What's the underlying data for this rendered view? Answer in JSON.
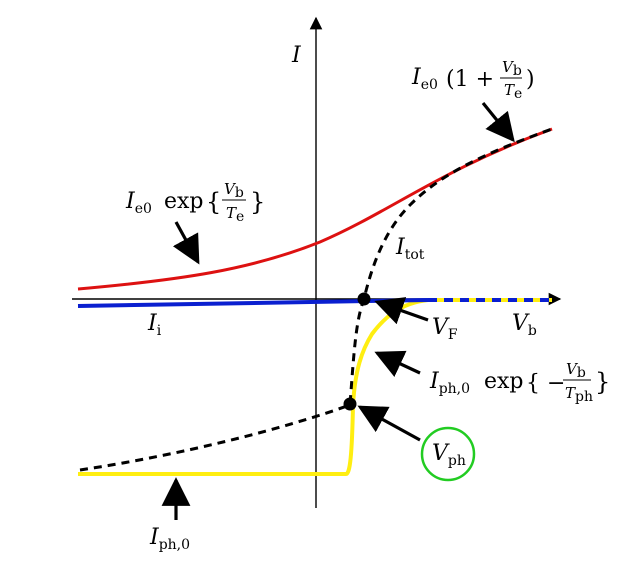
{
  "axes": {
    "y_label": "I",
    "x_label": "V",
    "x_label_sub": "b"
  },
  "labels": {
    "linear_term": {
      "coef": "I",
      "coef_sub": "e0",
      "open": "(1 +",
      "frac_num": "V",
      "frac_num_sub": "b",
      "frac_den": "T",
      "frac_den_sub": "e",
      "close": ")"
    },
    "exp_term": {
      "coef": "I",
      "coef_sub": "e0",
      "func": "exp",
      "open": "{",
      "frac_num": "V",
      "frac_num_sub": "b",
      "frac_den": "T",
      "frac_den_sub": "e",
      "close": "}"
    },
    "i_tot": {
      "main": "I",
      "sub": "tot"
    },
    "i_i": {
      "main": "I",
      "sub": "i"
    },
    "v_f": {
      "main": "V",
      "sub": "F"
    },
    "ph_exp_term": {
      "coef": "I",
      "coef_sub": "ph,0",
      "func": "exp",
      "open": "{ −",
      "frac_num": "V",
      "frac_num_sub": "b",
      "frac_den": "T",
      "frac_den_sub": "ph",
      "close": "}"
    },
    "v_ph": {
      "main": "V",
      "sub": "ph"
    },
    "i_ph0": {
      "main": "I",
      "sub": "ph,0"
    }
  },
  "colors": {
    "electron_current": "#dd1111",
    "ion_current": "#0a1fd0",
    "photo_current": "#ffee11",
    "total_current": "#000000",
    "v_ph_circle": "#22cc22",
    "axis": "#000000"
  }
}
